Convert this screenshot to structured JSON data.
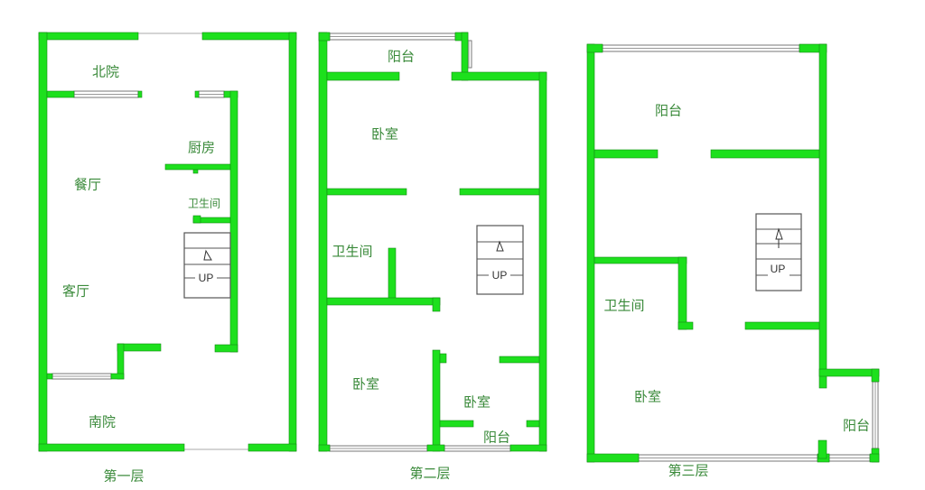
{
  "floors": [
    {
      "title": "第一层",
      "rooms": [
        "北院",
        "厨房",
        "餐厅",
        "卫生间",
        "客厅",
        "南院"
      ],
      "stair_label": "UP"
    },
    {
      "title": "第二层",
      "rooms": [
        "阳台",
        "卧室",
        "卫生间",
        "卧室",
        "卧室",
        "阳台"
      ],
      "stair_label": "UP"
    },
    {
      "title": "第三层",
      "rooms": [
        "阳台",
        "卫生间",
        "卧室",
        "阳台"
      ],
      "stair_label": "UP"
    }
  ],
  "colors": {
    "wall": "#1de01d",
    "label": "#3a8a3a"
  }
}
